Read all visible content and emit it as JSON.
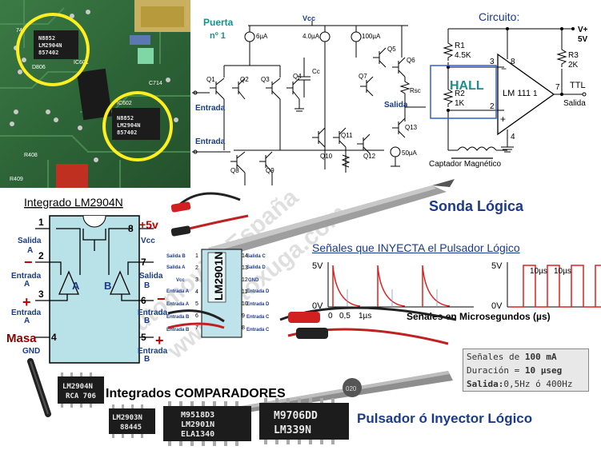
{
  "photo": {
    "chip1_lines": [
      "N8852",
      "LM2904N",
      "857402"
    ],
    "chip2_label": "IC602",
    "chip2_lines": [
      "N8852",
      "LM2904N",
      "857402"
    ],
    "labels": {
      "d806": "D806",
      "ic601": "IC601",
      "r408": "R408",
      "c714": "C714",
      "r409": "R409",
      "v49": "749"
    }
  },
  "puerta": {
    "title": "Puerta",
    "subtitle": "nº 1",
    "vcc": "Vcc",
    "entrada1": "Entrada",
    "entrada2": "Entrada",
    "salida": "Salida",
    "currents": [
      "6µA",
      "4.0µA",
      "100µA",
      "50µA"
    ],
    "transistors": [
      "Q1",
      "Q2",
      "Q3",
      "Q4",
      "Q5",
      "Q6",
      "Q7",
      "Q8",
      "Q9",
      "Q10",
      "Q11",
      "Q12",
      "Q13"
    ],
    "cc": "Cc",
    "rsc": "Rsc"
  },
  "circuito": {
    "title": "Circuito:",
    "v_plus": "V+",
    "v5": "5V",
    "r1": "R1",
    "r1_val": "4.5K",
    "r2": "R2",
    "r2_val": "1K",
    "r3": "R3",
    "r3_val": "2K",
    "hall": "HALL",
    "ic": "LM 111",
    "ttl": "TTL",
    "salida": "Salida",
    "captador": "Captador Magnético",
    "pins": [
      "3",
      "8",
      "7",
      "2",
      "4",
      "1"
    ]
  },
  "lm2904": {
    "title": "Integrado LM2904N",
    "plus5v": "+5v",
    "vcc": "Vcc",
    "salida_a": [
      "Salida",
      "A"
    ],
    "entrada_a1": [
      "Entrada",
      "A"
    ],
    "entrada_a2": [
      "Entrada",
      "A"
    ],
    "salida_b": [
      "Salida",
      "B"
    ],
    "entrada_b1": [
      "Entrada",
      "B"
    ],
    "entrada_b2": [
      "Entrada",
      "B"
    ],
    "masa": "Masa",
    "gnd": "GND",
    "pins": [
      "1",
      "2",
      "3",
      "4",
      "5",
      "6",
      "7",
      "8"
    ],
    "amp_a": "A",
    "amp_b": "B",
    "minus": "−",
    "plus": "+"
  },
  "lm2901": {
    "label": "LM2901N",
    "left_labels": [
      "Salida B",
      "Salida A",
      "Vcc",
      "Entrada A",
      "Entrada A",
      "Entrada B",
      "Entrada B"
    ],
    "right_labels": [
      "Salida C",
      "Salida D",
      "GND",
      "Entrada D",
      "Entrada D",
      "Entrada C",
      "Entrada C"
    ],
    "left_pins": [
      "1",
      "2",
      "3",
      "4",
      "5",
      "6",
      "7"
    ],
    "right_pins": [
      "14",
      "13",
      "12",
      "11",
      "10",
      "9",
      "8"
    ]
  },
  "sonda": {
    "title": "Sonda Lógica"
  },
  "pulsador": {
    "title": "Pulsador ó Inyector Lógico",
    "brand": "020"
  },
  "watermark": {
    "line1": "Automovil - España",
    "line2": "www.autoxuga.com"
  },
  "signals": {
    "title": "Señales que INYECTA el Pulsador Lógico",
    "v5a": "5V",
    "v0a": "0V",
    "v5b": "5V",
    "v0b": "0V",
    "ticks": [
      "0",
      "0,5",
      "1µs"
    ],
    "t10a": "10µs",
    "t10b": "10µs",
    "caption": "Señales en Microsegundos (µs)",
    "pulse_starts_us": [
      0,
      1,
      2
    ],
    "square_pulses": 4
  },
  "info": {
    "l1_label": "Señales  de",
    "l1_value": "100 mA",
    "l2_label": "Duración  =",
    "l2_value": "10 µseg",
    "l3_label": "Salida:",
    "l3_value": "0,5Hz ó 400Hz"
  },
  "comparadores": {
    "title": "Integrados COMPARADORES",
    "chips": [
      {
        "lines": [
          "LM2904N",
          "RCA 706"
        ]
      },
      {
        "lines": [
          "LM2903N",
          "88445"
        ]
      },
      {
        "lines": [
          "M9518D3",
          "LM2901N",
          "ELA1340"
        ]
      },
      {
        "lines": [
          "M9706DD",
          "LM339N"
        ]
      }
    ]
  },
  "colors": {
    "title_blue": "#1a3a8c",
    "teal": "#1e8c8c",
    "red": "#c00000",
    "pcb_green": "#2f6b3a",
    "chip_black": "#1c1c1c",
    "signal_red": "#e02020"
  }
}
